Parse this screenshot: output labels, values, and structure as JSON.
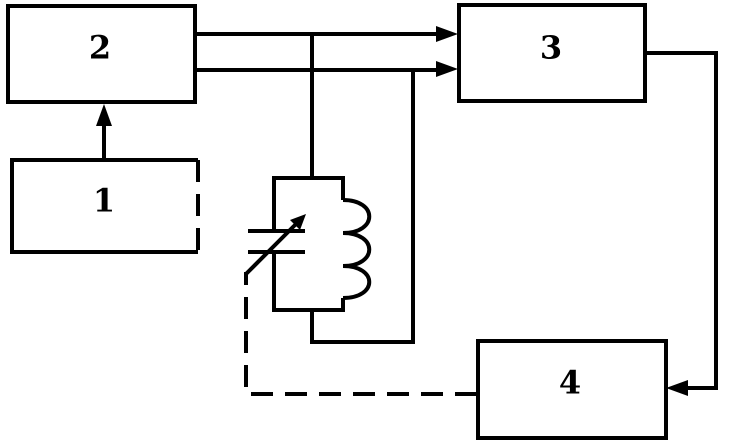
{
  "blocks": {
    "b1": {
      "label": "1"
    },
    "b2": {
      "label": "2"
    },
    "b3": {
      "label": "3"
    },
    "b4": {
      "label": "4"
    }
  },
  "colors": {
    "line": "#000000",
    "background": "#ffffff"
  }
}
